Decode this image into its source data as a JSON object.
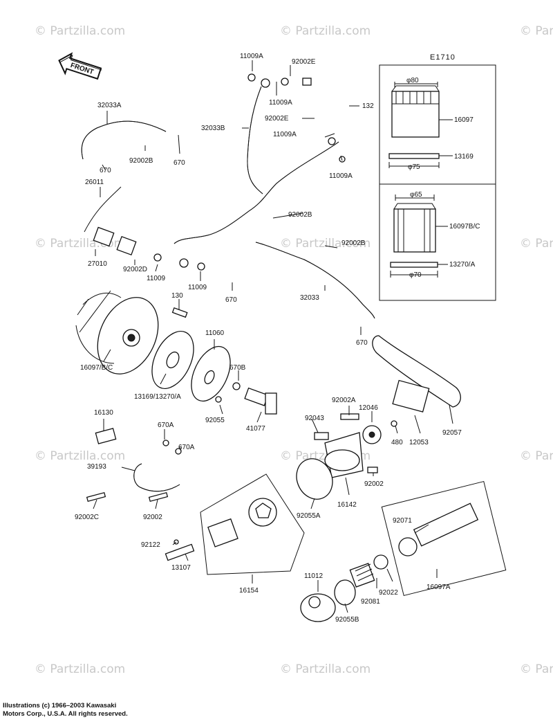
{
  "diagram_code": "E1710",
  "front_label": "FRONT",
  "watermark": "© Partzilla.com",
  "copyright": [
    "Illustrations (c) 1966–2003 Kawasaki",
    "Motors Corp., U.S.A.  All rights reserved."
  ],
  "inset": {
    "filter_top_dim": "φ80",
    "seal_top_dim": "φ75",
    "filter_bottom_dim": "φ65",
    "seal_bottom_dim": "φ70"
  },
  "parts": {
    "p11009A_a": "11009A",
    "p92002E_a": "92002E",
    "p11009A_b": "11009A",
    "p132": "132",
    "p32033A": "32033A",
    "p32033B": "32033B",
    "p92002E_b": "92002E",
    "p11009A_c": "11009A",
    "p11009A_d": "11009A",
    "p16097": "16097",
    "p13169": "13169",
    "p16097BC_r": "16097B/C",
    "p13270A": "13270/A",
    "p670_a": "670",
    "p92002B_a": "92002B",
    "p670_b": "670",
    "p26011": "26011",
    "p92002B_b": "92002B",
    "p27010": "27010",
    "p92002D": "92002D",
    "p11009_a": "11009",
    "p11009_b": "11009",
    "p670_c": "670",
    "p92002B_c": "92002B",
    "p32033": "32033",
    "p130": "130",
    "p11060": "11060",
    "p670_d": "670",
    "p16097BC": "16097/B/C",
    "p670B": "670B",
    "p13169_13270A": "13169/13270/A",
    "p92055": "92055",
    "p41077": "41077",
    "p92002A": "92002A",
    "p12046": "12046",
    "p92043": "92043",
    "p480": "480",
    "p12053": "12053",
    "p92057": "92057",
    "p16130": "16130",
    "p670A_a": "670A",
    "p670A_b": "670A",
    "p39193": "39193",
    "p92002_a": "92002",
    "p92002C": "92002C",
    "p92002_b": "92002",
    "p92055A": "92055A",
    "p16142": "16142",
    "p92071": "92071",
    "p92122": "92122",
    "p13107": "13107",
    "p16154": "16154",
    "p11012": "11012",
    "p92022": "92022",
    "p92081": "92081",
    "p16097A": "16097A",
    "p92055B": "92055B"
  }
}
